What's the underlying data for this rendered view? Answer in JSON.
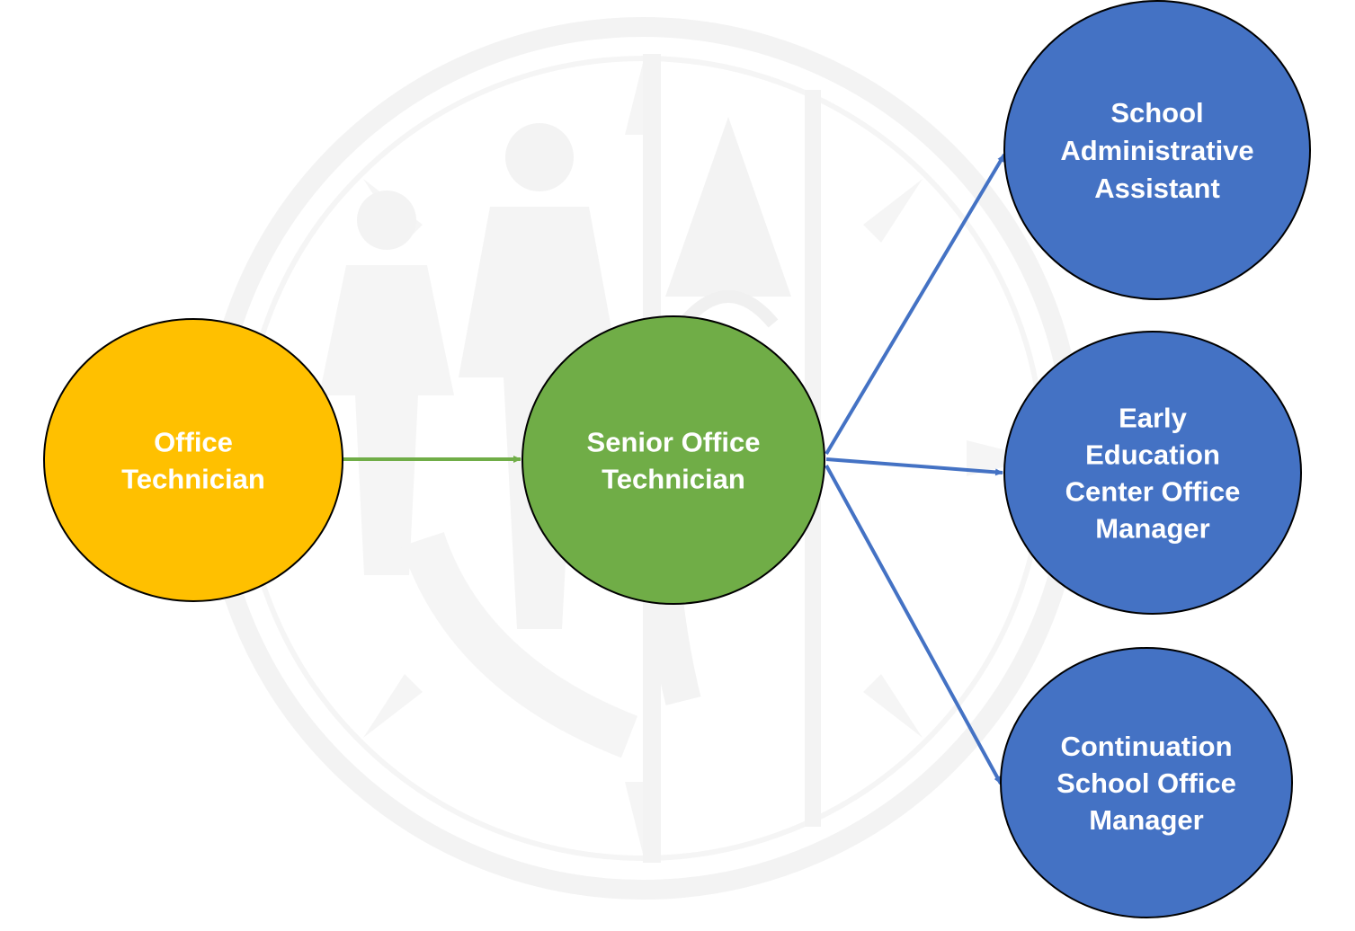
{
  "colors": {
    "background": "#ffffff",
    "watermark": "#f2f2f2",
    "entry_node": "#ffc000",
    "mid_node": "#70ad47",
    "target_node": "#4472c4",
    "green_arrow": "#70ad47",
    "blue_arrow": "#4472c4",
    "node_outline": "#000000",
    "label": "#ffffff"
  },
  "watermark": {
    "icon": "district-seal-watermark"
  },
  "nodes": [
    {
      "id": "office-technician",
      "name": "node-office-technician",
      "fill": "#ffc000",
      "lines": [
        "Office",
        "Technician"
      ]
    },
    {
      "id": "senior-office-technician",
      "name": "node-senior-office-technician",
      "fill": "#70ad47",
      "lines": [
        "Senior Office",
        "Technician"
      ]
    },
    {
      "id": "school-administrative-assistant",
      "name": "node-school-administrative-assistant",
      "fill": "#4472c4",
      "lines": [
        "School",
        "Administrative",
        "Assistant"
      ]
    },
    {
      "id": "early-education-center-office-manager",
      "name": "node-early-education-center-office-manager",
      "fill": "#4472c4",
      "lines": [
        "Early",
        "Education",
        "Center Office",
        "Manager"
      ]
    },
    {
      "id": "continuation-school-office-manager",
      "name": "node-continuation-school-office-manager",
      "fill": "#4472c4",
      "lines": [
        "Continuation",
        "School Office",
        "Manager"
      ]
    }
  ],
  "edges": [
    {
      "from": "office-technician",
      "to": "senior-office-technician",
      "color": "#70ad47"
    },
    {
      "from": "senior-office-technician",
      "to": "school-administrative-assistant",
      "color": "#4472c4"
    },
    {
      "from": "senior-office-technician",
      "to": "early-education-center-office-manager",
      "color": "#4472c4"
    },
    {
      "from": "senior-office-technician",
      "to": "continuation-school-office-manager",
      "color": "#4472c4"
    }
  ]
}
